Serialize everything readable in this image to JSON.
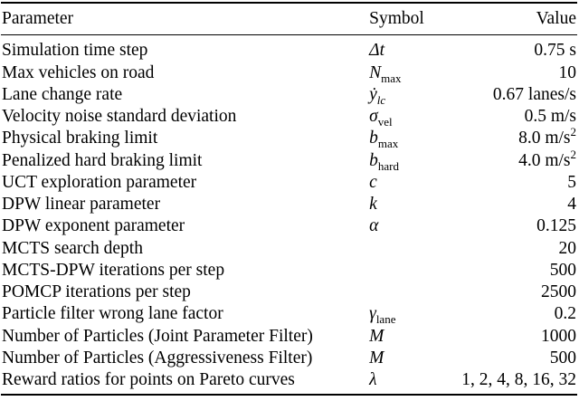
{
  "table": {
    "headers": {
      "parameter": "Parameter",
      "symbol": "Symbol",
      "value": "Value"
    },
    "rows": [
      {
        "parameter": "Simulation time step",
        "symbol": {
          "main": "Δt",
          "sub": "",
          "dot": false
        },
        "value": "0.75 s",
        "value_sup": ""
      },
      {
        "parameter": "Max vehicles on road",
        "symbol": {
          "main": "N",
          "sub": "max",
          "dot": false
        },
        "value": "10",
        "value_sup": ""
      },
      {
        "parameter": "Lane change rate",
        "symbol": {
          "main": "ẏ",
          "sub": "lc",
          "dot": true
        },
        "value": "0.67 lanes/s",
        "value_sup": ""
      },
      {
        "parameter": "Velocity noise standard deviation",
        "symbol": {
          "main": "σ",
          "sub": "vel",
          "dot": false
        },
        "value": "0.5 m/s",
        "value_sup": ""
      },
      {
        "parameter": "Physical braking limit",
        "symbol": {
          "main": "b",
          "sub": "max",
          "dot": false
        },
        "value": "8.0 m/s",
        "value_sup": "2"
      },
      {
        "parameter": "Penalized hard braking limit",
        "symbol": {
          "main": "b",
          "sub": "hard",
          "dot": false
        },
        "value": "4.0 m/s",
        "value_sup": "2"
      },
      {
        "parameter": "UCT exploration parameter",
        "symbol": {
          "main": "c",
          "sub": "",
          "dot": false
        },
        "value": "5",
        "value_sup": ""
      },
      {
        "parameter": "DPW linear parameter",
        "symbol": {
          "main": "k",
          "sub": "",
          "dot": false
        },
        "value": "4",
        "value_sup": ""
      },
      {
        "parameter": "DPW exponent parameter",
        "symbol": {
          "main": "α",
          "sub": "",
          "dot": false
        },
        "value": "0.125",
        "value_sup": ""
      },
      {
        "parameter": "MCTS search depth",
        "symbol": {
          "main": "",
          "sub": "",
          "dot": false
        },
        "value": "20",
        "value_sup": ""
      },
      {
        "parameter": "MCTS-DPW iterations per step",
        "symbol": {
          "main": "",
          "sub": "",
          "dot": false
        },
        "value": "500",
        "value_sup": ""
      },
      {
        "parameter": "POMCP iterations per step",
        "symbol": {
          "main": "",
          "sub": "",
          "dot": false
        },
        "value": "2500",
        "value_sup": ""
      },
      {
        "parameter": "Particle filter wrong lane factor",
        "symbol": {
          "main": "γ",
          "sub": "lane",
          "dot": false
        },
        "value": "0.2",
        "value_sup": ""
      },
      {
        "parameter": "Number of Particles (Joint Parameter Filter)",
        "symbol": {
          "main": "M",
          "sub": "",
          "dot": false
        },
        "value": "1000",
        "value_sup": ""
      },
      {
        "parameter": "Number of Particles (Aggressiveness Filter)",
        "symbol": {
          "main": "M",
          "sub": "",
          "dot": false
        },
        "value": "500",
        "value_sup": ""
      },
      {
        "parameter": "Reward ratios for points on Pareto curves",
        "symbol": {
          "main": "λ",
          "sub": "",
          "dot": false
        },
        "value": "1, 2, 4, 8, 16, 32",
        "value_sup": ""
      }
    ]
  }
}
